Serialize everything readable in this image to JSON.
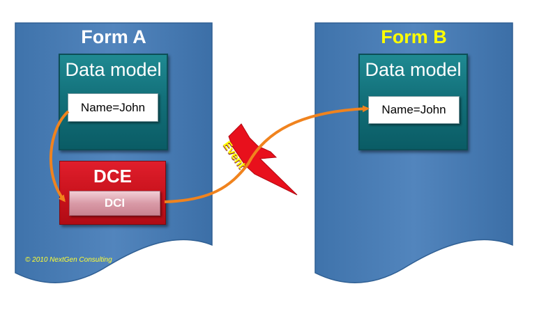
{
  "form_a": {
    "title": "Form A",
    "data_model": {
      "title": "Data model",
      "field": "Name=John"
    },
    "dce": {
      "title": "DCE",
      "dci": "DCI"
    },
    "copyright": "© 2010 NextGen Consulting"
  },
  "form_b": {
    "title": "Form B",
    "data_model": {
      "title": "Data model",
      "field": "Name=John"
    }
  },
  "event": {
    "label": "Event"
  },
  "colors": {
    "document": "#4a7db3",
    "form_a_title": "#ffffff",
    "form_b_title": "#ffff00",
    "data_model": "#13707a",
    "dce": "#c8121c",
    "arrow": "#f0831e",
    "event_bolt": "#e8101c",
    "event_text": "#ffff00"
  }
}
